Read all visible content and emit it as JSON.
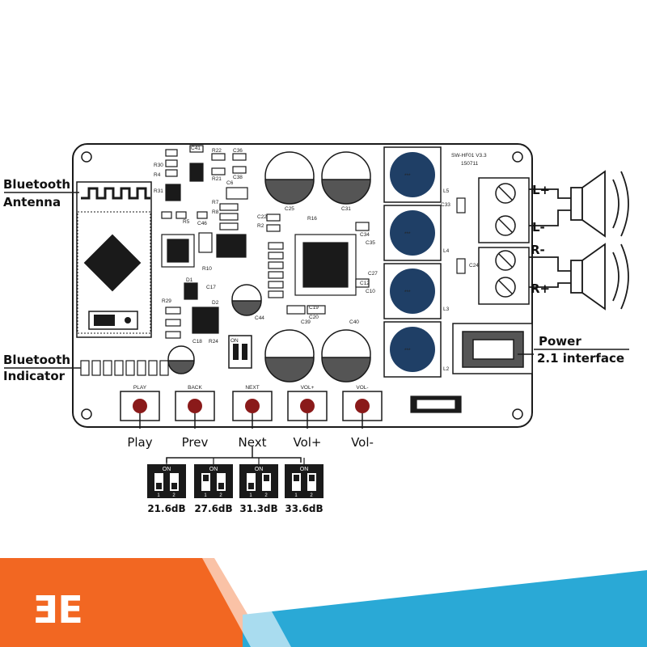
{
  "board": {
    "model": "SW-HF01 V3.3",
    "date": "150711",
    "colors": {
      "pcb": "#ffffff",
      "line": "#1a1a1a",
      "inductor": "#1f3f66",
      "button": "#8a1a1a"
    }
  },
  "callouts": {
    "antenna": [
      "Bluetooth",
      "Antenna"
    ],
    "indicator": [
      "Bluetooth",
      "Indicator"
    ],
    "power": [
      "Power",
      "2.1 interface"
    ],
    "l_plus": "L+",
    "l_minus": "L-",
    "r_minus": "R-",
    "r_plus": "R+"
  },
  "buttons": [
    {
      "silk": "PLAY",
      "label": "Play"
    },
    {
      "silk": "BACK",
      "label": "Prev"
    },
    {
      "silk": "NEXT",
      "label": "Next"
    },
    {
      "silk": "VOL+",
      "label": "Vol+"
    },
    {
      "silk": "VOL-",
      "label": "Vol-"
    }
  ],
  "dip": {
    "on_label": "ON",
    "pins": [
      "1",
      "2"
    ],
    "settings": [
      "21.6dB",
      "27.6dB",
      "31.3dB",
      "33.6dB"
    ]
  },
  "silkscreen": {
    "chip_labels": [
      "C41",
      "R22",
      "C36",
      "R30",
      "R21",
      "C38",
      "R4",
      "C6",
      "R31",
      "R5",
      "C46",
      "R7",
      "R8",
      "R10",
      "C22",
      "R2",
      "R16",
      "C25",
      "C31",
      "L5",
      "C33",
      "C34",
      "C35",
      "L4",
      "C12",
      "C10",
      "L3",
      "C17",
      "C19",
      "C20",
      "C44",
      "C39",
      "C40",
      "L2",
      "C18",
      "R24",
      "R29",
      "D1",
      "D2",
      "C24",
      "C27"
    ],
    "inductor_marks": "***",
    "dip_on": "ON"
  },
  "logo": {
    "glyph": "ƎE"
  }
}
